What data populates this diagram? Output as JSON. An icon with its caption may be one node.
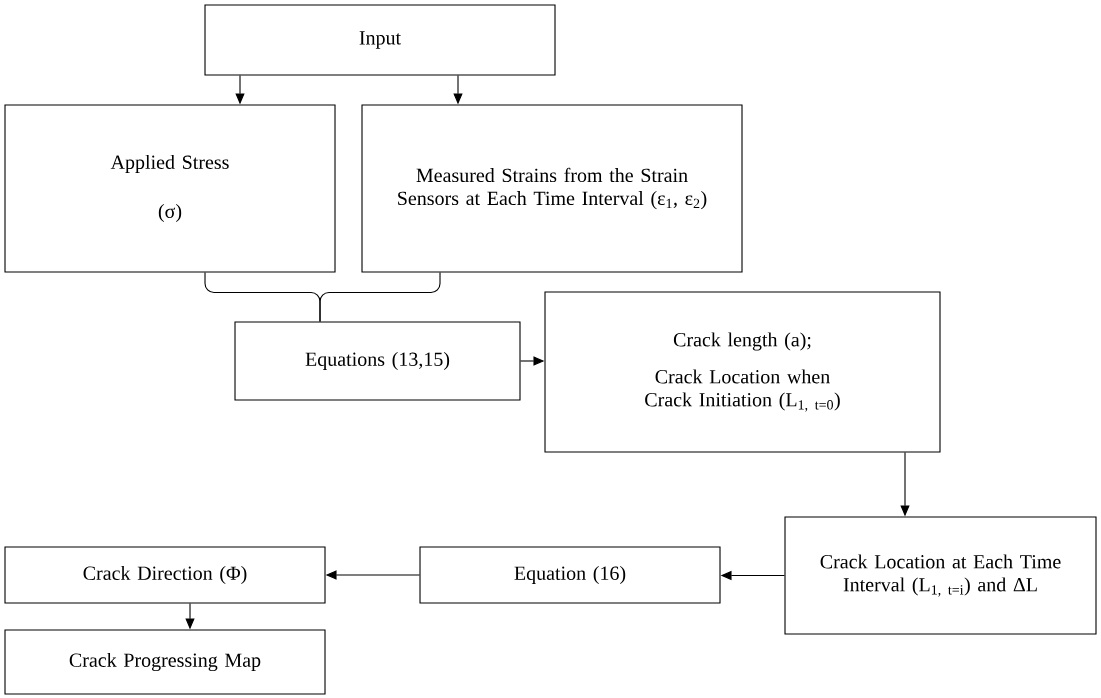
{
  "diagram": {
    "nodes": [
      {
        "text": [
          "Input"
        ]
      },
      {
        "text": [
          "Applied Stress",
          "(σ)"
        ]
      },
      {
        "text": [
          "Measured Strains from the Strain Sensors at Each Time Interval (ε$_{1}$, ε$_{2}$)"
        ]
      },
      {
        "text": [
          "Equations (13,15)"
        ]
      },
      {
        "text": [
          "Crack length (a);",
          "Crack Location when Crack Initiation (L$_{1, t=0}$)"
        ]
      },
      {
        "text": [
          "Crack Location at Each Time Interval (L$_{1, t=i}$) and ΔL"
        ]
      },
      {
        "text": [
          "Equation (16)"
        ]
      },
      {
        "text": [
          "Crack Direction (Φ)"
        ]
      },
      {
        "text": [
          "Crack Progressing Map"
        ]
      }
    ],
    "edges": [
      {
        "from": 0,
        "to": 1,
        "arrow": "to"
      },
      {
        "from": 0,
        "to": 2,
        "arrow": "to"
      },
      {
        "from": 1,
        "to": 3,
        "arrow": "none"
      },
      {
        "from": 2,
        "to": 3,
        "arrow": "none"
      },
      {
        "from": 3,
        "to": 4,
        "arrow": "to"
      },
      {
        "from": 4,
        "to": 5,
        "arrow": "to"
      },
      {
        "from": 5,
        "to": 6,
        "arrow": "to"
      },
      {
        "from": 6,
        "to": 7,
        "arrow": "to"
      },
      {
        "from": 7,
        "to": 8,
        "arrow": "to"
      }
    ]
  }
}
